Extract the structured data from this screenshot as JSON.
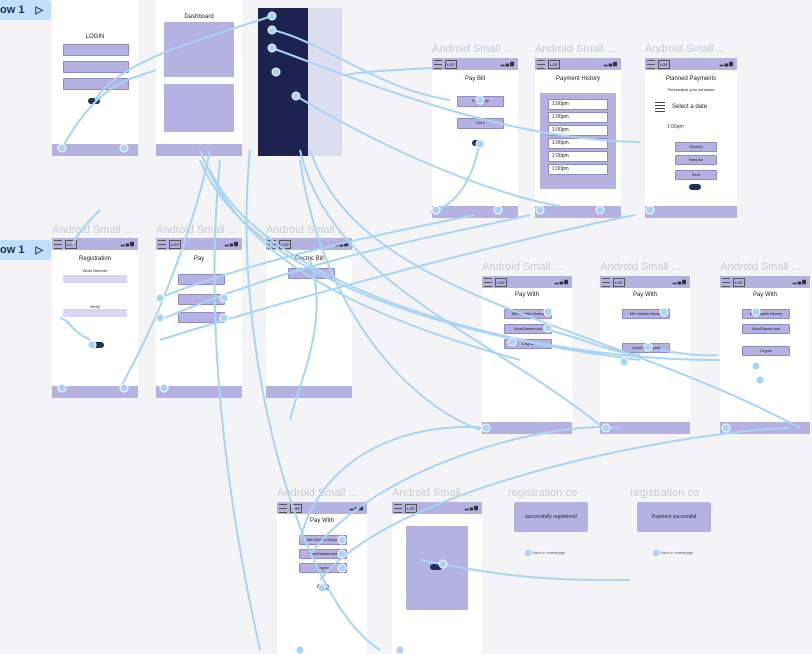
{
  "flows": [
    "ow 1",
    "ow 1"
  ],
  "frame_titles": {
    "android_small": "Android Small ...",
    "registration_co_1": "registration co",
    "registration_co_2": "registration co"
  },
  "login": {
    "heading": "LOGIN"
  },
  "dashboard": {
    "heading": "Dashboard"
  },
  "registration": {
    "heading": "Registration",
    "field_label_1": "Work Number",
    "field_label_2": "Verify"
  },
  "pay_bill": {
    "heading": "Pay Bill",
    "option_1": "Electricity",
    "option_2": "Rent"
  },
  "payment_history": {
    "heading": "Payment History",
    "rows": [
      "1:00pm",
      "1:00pm",
      "1:00pm",
      "1:00pm",
      "1:00pm",
      "1:00pm"
    ]
  },
  "planned_payments": {
    "heading": "Planned Payments",
    "subtitle": "Personalize your schedule",
    "select_date": "Select a date",
    "amount": "1:00pm",
    "items": [
      "Electric",
      "Rent/As",
      "Rent"
    ]
  },
  "pay": {
    "heading": "Pay"
  },
  "electric_bill": {
    "heading": "Electric Bill"
  },
  "pay_with": {
    "heading": "Pay With",
    "mobile_money": "Mtn Mobile Money",
    "visa": "Visa/Mastercard",
    "crypto": "Crypto"
  },
  "success": {
    "registered": "successfully registered!",
    "payment": "Payment successful",
    "go_home": "Back to homepage"
  },
  "colors": {
    "accent": "#b5b2e2",
    "wire": "#a8d4f5",
    "dark": "#1d2350"
  }
}
